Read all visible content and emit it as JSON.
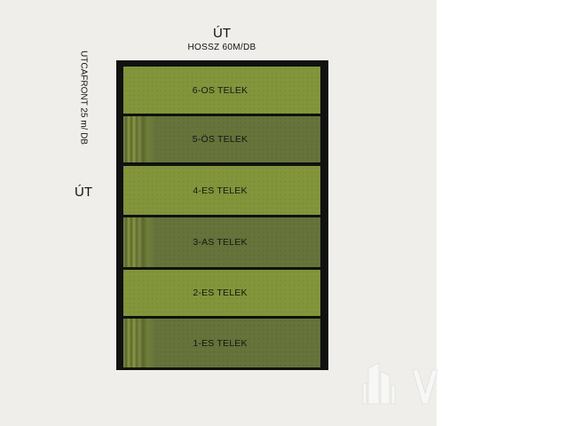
{
  "labels": {
    "road_top": "ÚT",
    "length": "HOSSZ 60M/DB",
    "street_front": "UTCAFRONT 25 m/ DB",
    "road_left": "ÚT"
  },
  "plots": [
    {
      "label": "6-OS TELEK",
      "shade": "light"
    },
    {
      "label": "5-ÖS TELEK",
      "shade": "dark"
    },
    {
      "label": "4-ES TELEK",
      "shade": "light"
    },
    {
      "label": "3-AS TELEK",
      "shade": "dark"
    },
    {
      "label": "2-ES TELEK",
      "shade": "light"
    },
    {
      "label": "1-ES TELEK",
      "shade": "dark"
    }
  ],
  "colors": {
    "plot_light": "#83953b",
    "plot_dark": "#66733a",
    "block_border": "#111111",
    "background": "#efeeea"
  },
  "watermark_icon": "building-logo-icon"
}
